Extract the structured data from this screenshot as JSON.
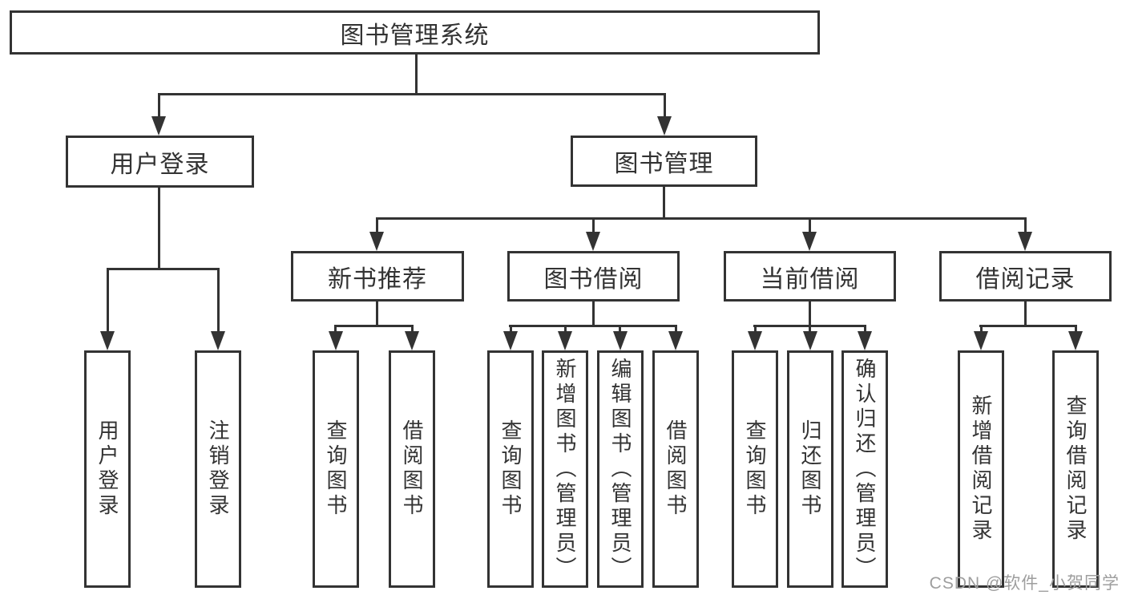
{
  "diagram": {
    "root": {
      "label": "图书管理系统"
    },
    "branches": [
      {
        "label": "用户登录",
        "leaves": [
          {
            "label": "用户登录"
          },
          {
            "label": "注销登录"
          }
        ]
      },
      {
        "label": "图书管理",
        "sections": [
          {
            "label": "新书推荐",
            "leaves": [
              {
                "label": "查询图书"
              },
              {
                "label": "借阅图书"
              }
            ]
          },
          {
            "label": "图书借阅",
            "leaves": [
              {
                "label": "查询图书"
              },
              {
                "label": "新增图书（管理员）"
              },
              {
                "label": "编辑图书（管理员）"
              },
              {
                "label": "借阅图书"
              }
            ]
          },
          {
            "label": "当前借阅",
            "leaves": [
              {
                "label": "查询图书"
              },
              {
                "label": "归还图书"
              },
              {
                "label": "确认归还（管理员）"
              }
            ]
          },
          {
            "label": "借阅记录",
            "leaves": [
              {
                "label": "新增借阅记录"
              },
              {
                "label": "查询借阅记录"
              }
            ]
          }
        ]
      }
    ]
  },
  "watermark": {
    "text": "CSDN @软件_小贺同学"
  },
  "colors": {
    "background": "#ffffff",
    "line": "#333333",
    "box_border": "#333333",
    "text": "#333333",
    "watermark": "#9e9e9e"
  }
}
